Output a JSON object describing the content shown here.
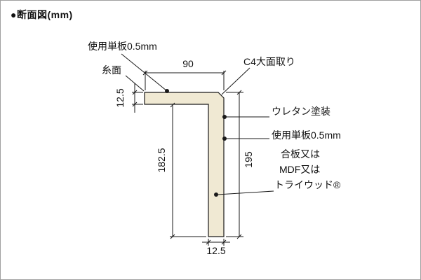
{
  "title": "●断面図(mm)",
  "labels": {
    "veneer_top": "使用単板0.5mm",
    "itomen": "糸面",
    "c4_chamfer": "C4大面取り",
    "urethane_coating": "ウレタン塗装",
    "veneer_right": "使用単板0.5mm",
    "core_material_line1": "合板又は",
    "core_material_line2": "MDF又は",
    "core_material_line3": "トライウッド®"
  },
  "dimensions": {
    "top_width": "90",
    "top_thickness": "12.5",
    "leg_inner_length": "182.5",
    "right_height": "195",
    "leg_thickness": "12.5"
  },
  "colors": {
    "profile_fill": "#f0e9d3",
    "outline": "#1a1a1a",
    "background": "#ffffff",
    "border": "#a0a0a0"
  }
}
